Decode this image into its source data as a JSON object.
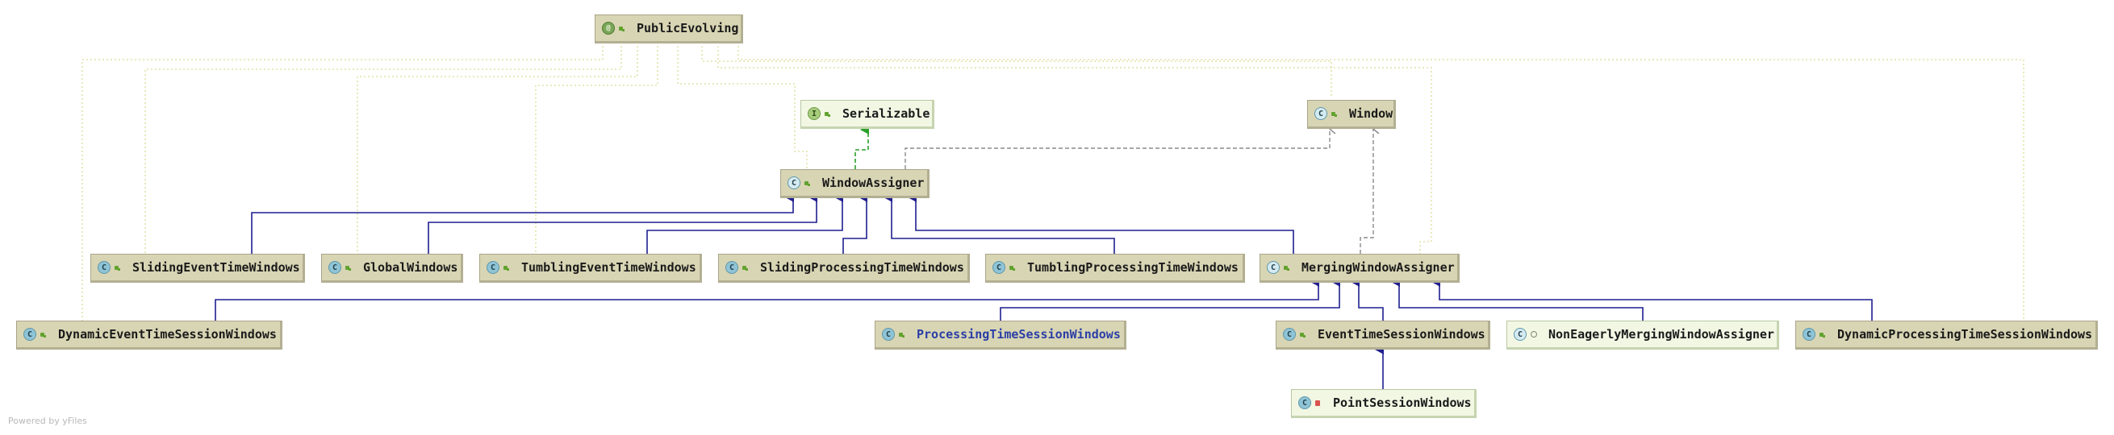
{
  "nodes": {
    "public_evolving": {
      "label": "PublicEvolving",
      "kind_glyph": "@",
      "kind": "annotation"
    },
    "serializable": {
      "label": "Serializable",
      "kind_glyph": "I",
      "kind": "interface"
    },
    "window": {
      "label": "Window",
      "kind_glyph": "C",
      "kind": "class"
    },
    "window_assigner": {
      "label": "WindowAssigner",
      "kind_glyph": "C",
      "kind": "class"
    },
    "sliding_event_time_windows": {
      "label": "SlidingEventTimeWindows",
      "kind_glyph": "C",
      "kind": "class"
    },
    "global_windows": {
      "label": "GlobalWindows",
      "kind_glyph": "C",
      "kind": "class"
    },
    "tumbling_event_time_windows": {
      "label": "TumblingEventTimeWindows",
      "kind_glyph": "C",
      "kind": "class"
    },
    "sliding_processing_time_windows": {
      "label": "SlidingProcessingTimeWindows",
      "kind_glyph": "C",
      "kind": "class"
    },
    "tumbling_processing_time_windows": {
      "label": "TumblingProcessingTimeWindows",
      "kind_glyph": "C",
      "kind": "class"
    },
    "merging_window_assigner": {
      "label": "MergingWindowAssigner",
      "kind_glyph": "C",
      "kind": "class"
    },
    "dynamic_event_time_session_windows": {
      "label": "DynamicEventTimeSessionWindows",
      "kind_glyph": "C",
      "kind": "class"
    },
    "processing_time_session_windows": {
      "label": "ProcessingTimeSessionWindows",
      "kind_glyph": "C",
      "kind": "class"
    },
    "event_time_session_windows": {
      "label": "EventTimeSessionWindows",
      "kind_glyph": "C",
      "kind": "class"
    },
    "non_eagerly_merging_window_assigner": {
      "label": "NonEagerlyMergingWindowAssigner",
      "kind_glyph": "C",
      "kind": "class"
    },
    "dynamic_processing_time_session_windows": {
      "label": "DynamicProcessingTimeSessionWindows",
      "kind_glyph": "C",
      "kind": "class"
    },
    "point_session_windows": {
      "label": "PointSessionWindows",
      "kind_glyph": "C",
      "kind": "class"
    }
  },
  "footer": {
    "powered_by": "Powered by yFiles"
  },
  "colors": {
    "extends_edge": "#1f1f8f",
    "implements_edge": "#2aa02a",
    "dependency_edge": "#8a8a8a",
    "annotation_edge": "#d9d98a",
    "node_fill": "#d8d5b4",
    "node_fill_light": "#f2f7e4",
    "link_text": "#2b3fa6"
  },
  "edges": [
    {
      "from": "sliding_event_time_windows",
      "to": "window_assigner",
      "type": "extends"
    },
    {
      "from": "global_windows",
      "to": "window_assigner",
      "type": "extends"
    },
    {
      "from": "tumbling_event_time_windows",
      "to": "window_assigner",
      "type": "extends"
    },
    {
      "from": "sliding_processing_time_windows",
      "to": "window_assigner",
      "type": "extends"
    },
    {
      "from": "tumbling_processing_time_windows",
      "to": "window_assigner",
      "type": "extends"
    },
    {
      "from": "merging_window_assigner",
      "to": "window_assigner",
      "type": "extends"
    },
    {
      "from": "window_assigner",
      "to": "serializable",
      "type": "implements"
    },
    {
      "from": "window_assigner",
      "to": "window",
      "type": "depends"
    },
    {
      "from": "merging_window_assigner",
      "to": "window",
      "type": "depends"
    },
    {
      "from": "dynamic_event_time_session_windows",
      "to": "merging_window_assigner",
      "type": "extends"
    },
    {
      "from": "processing_time_session_windows",
      "to": "merging_window_assigner",
      "type": "extends"
    },
    {
      "from": "event_time_session_windows",
      "to": "merging_window_assigner",
      "type": "extends"
    },
    {
      "from": "non_eagerly_merging_window_assigner",
      "to": "merging_window_assigner",
      "type": "extends"
    },
    {
      "from": "dynamic_processing_time_session_windows",
      "to": "merging_window_assigner",
      "type": "extends"
    },
    {
      "from": "point_session_windows",
      "to": "event_time_session_windows",
      "type": "extends"
    },
    {
      "from": "public_evolving",
      "to": "sliding_event_time_windows",
      "type": "annotates"
    },
    {
      "from": "public_evolving",
      "to": "global_windows",
      "type": "annotates"
    },
    {
      "from": "public_evolving",
      "to": "tumbling_event_time_windows",
      "type": "annotates"
    },
    {
      "from": "public_evolving",
      "to": "window_assigner",
      "type": "annotates"
    },
    {
      "from": "public_evolving",
      "to": "window",
      "type": "annotates"
    },
    {
      "from": "public_evolving",
      "to": "merging_window_assigner",
      "type": "annotates"
    },
    {
      "from": "public_evolving",
      "to": "dynamic_event_time_session_windows",
      "type": "annotates"
    },
    {
      "from": "public_evolving",
      "to": "dynamic_processing_time_session_windows",
      "type": "annotates"
    }
  ]
}
